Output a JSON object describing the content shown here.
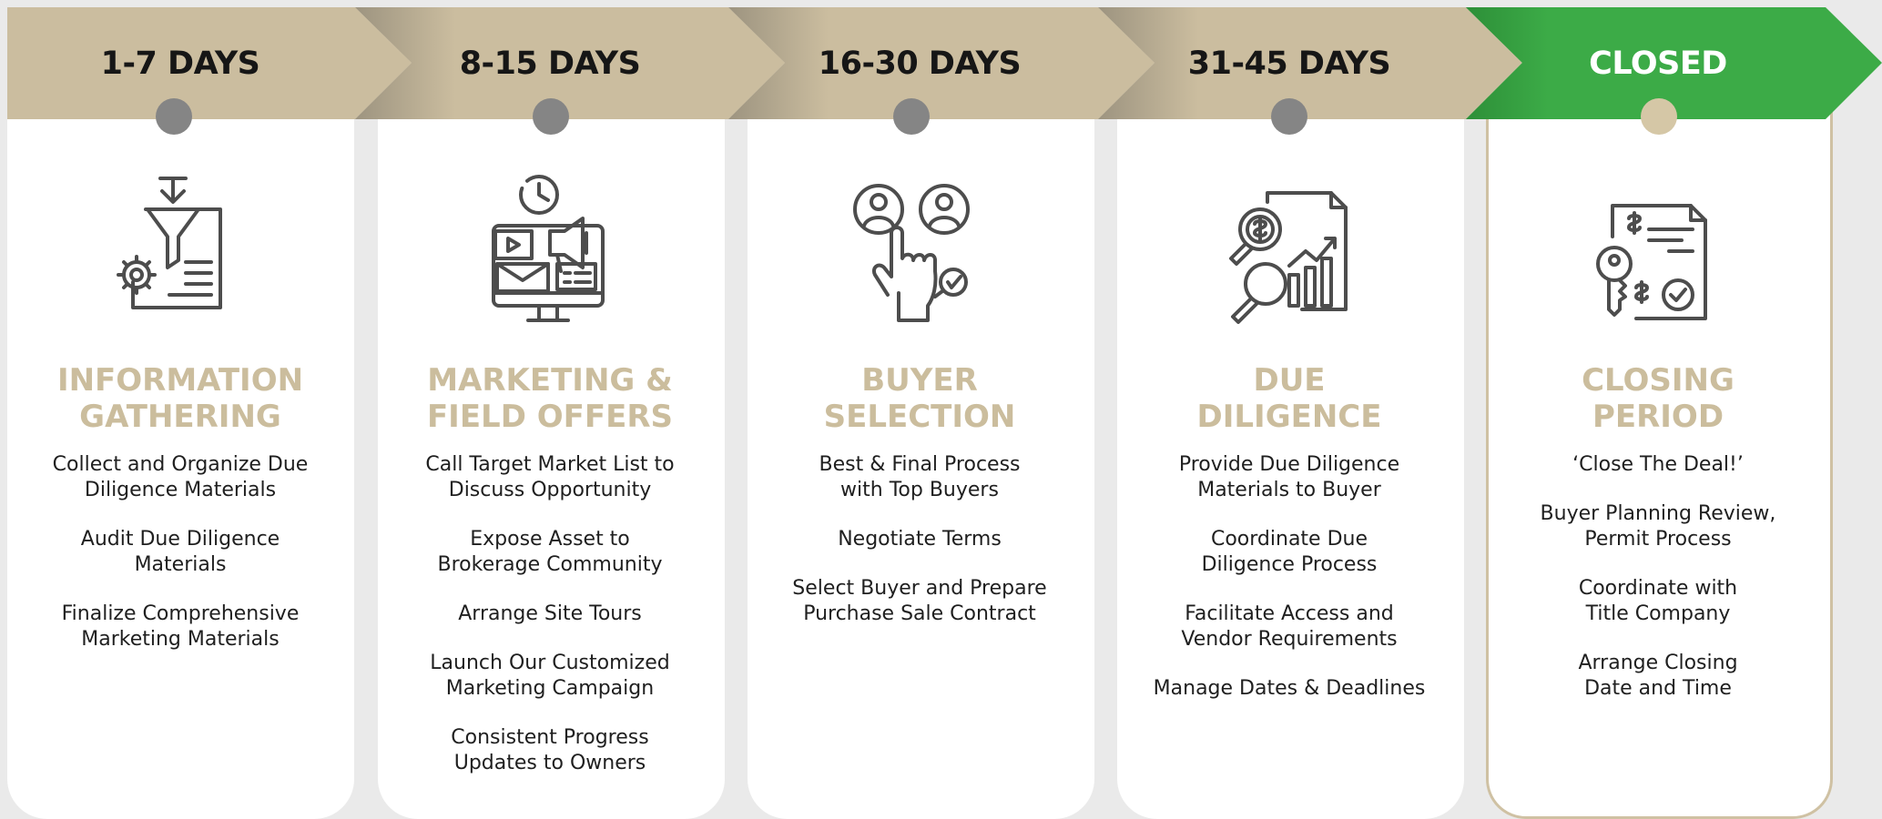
{
  "colors": {
    "banner_tan": "#cbbd9f",
    "banner_shadow": "#9d9480",
    "banner_green": "#3cab47",
    "title_tan": "#cbbd9d",
    "dot_gray": "#858585",
    "dot_tan": "#d5c7a6",
    "icon_gray": "#4d4d4d"
  },
  "stages": [
    {
      "timeframe": "1-7 DAYS",
      "title": "INFORMATION\nGATHERING",
      "icon": "funnel-document-gear-icon",
      "items": [
        "Collect and Organize Due\nDiligence Materials",
        "Audit Due Diligence\nMaterials",
        "Finalize Comprehensive\nMarketing Materials"
      ]
    },
    {
      "timeframe": "8-15 DAYS",
      "title": "MARKETING &\nFIELD OFFERS",
      "icon": "marketing-monitor-megaphone-icon",
      "items": [
        "Call Target Market List to\nDiscuss Opportunity",
        "Expose Asset to\nBrokerage Community",
        "Arrange Site Tours",
        "Launch Our Customized\nMarketing Campaign",
        "Consistent Progress\nUpdates to Owners"
      ]
    },
    {
      "timeframe": "16-30 DAYS",
      "title": "BUYER\nSELECTION",
      "icon": "hand-select-buyer-icon",
      "items": [
        "Best & Final Process\nwith Top Buyers",
        "Negotiate Terms",
        "Select Buyer and Prepare\nPurchase Sale Contract"
      ]
    },
    {
      "timeframe": "31-45 DAYS",
      "title": "DUE\nDILIGENCE",
      "icon": "magnifier-report-chart-icon",
      "items": [
        "Provide Due Diligence\nMaterials to Buyer",
        "Coordinate Due\nDiligence Process",
        "Facilitate Access and\nVendor Requirements",
        "Manage Dates & Deadlines"
      ]
    },
    {
      "timeframe": "CLOSED",
      "title": "CLOSING\nPERIOD",
      "icon": "key-contract-check-icon",
      "items": [
        "‘Close The Deal!’",
        "Buyer Planning Review,\nPermit Process",
        "Coordinate with\nTitle Company",
        "Arrange Closing\nDate and Time"
      ]
    }
  ]
}
